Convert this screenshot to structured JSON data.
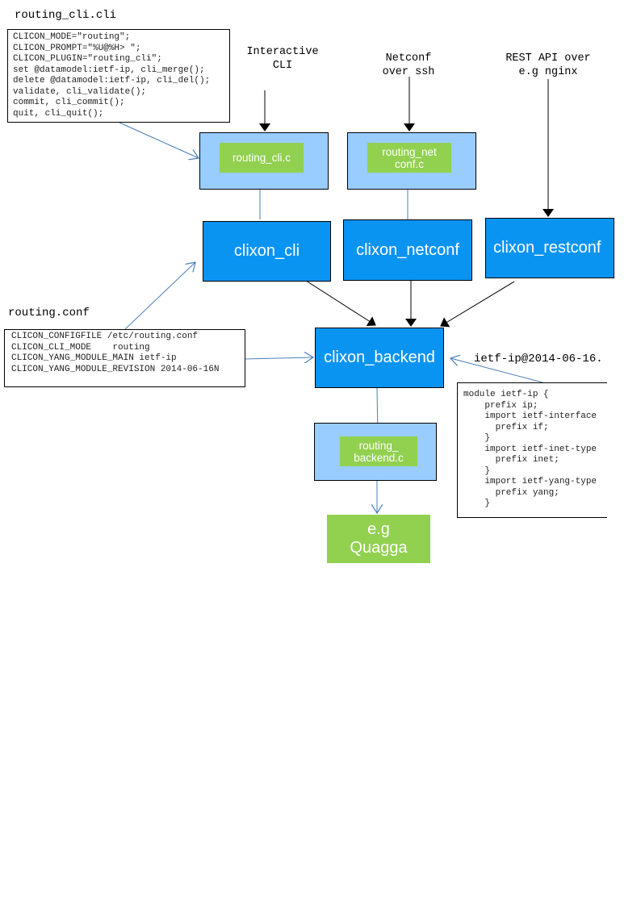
{
  "cli_spec": {
    "title": "routing_cli.cli",
    "lines": [
      "CLICON_MODE=\"routing\";",
      "CLICON_PROMPT=\"%U@%H> \";",
      "CLICON_PLUGIN=\"routing_cli\";",
      "set @datamodel:ietf-ip, cli_merge();",
      "delete @datamodel:ietf-ip, cli_del();",
      "validate, cli_validate();",
      "commit, cli_commit();",
      "quit, cli_quit();"
    ]
  },
  "frontends": {
    "cli_caption": "Interactive\nCLI",
    "netconf_caption": "Netconf\nover ssh",
    "restconf_caption": "REST API over\ne.g nginx"
  },
  "plugins": {
    "cli_plugin": "routing_cli.c",
    "netconf_plugin": "routing_net\nconf.c",
    "backend_plugin": "routing_\nbackend.c"
  },
  "components": {
    "cli": "clixon_cli",
    "netconf": "clixon_netconf",
    "restconf": "clixon_restconf",
    "backend": "clixon_backend",
    "target": "e.g\nQuagga"
  },
  "config": {
    "title": "routing.conf",
    "lines": [
      "CLICON_CONFIGFILE /etc/routing.conf",
      "CLICON_CLI_MODE    routing",
      "CLICON_YANG_MODULE_MAIN ietf-ip",
      "CLICON_YANG_MODULE_REVISION 2014-06-16N"
    ]
  },
  "yang": {
    "title": "ietf-ip@2014-06-16.",
    "lines": [
      "module ietf-ip {",
      "    prefix ip;",
      "    import ietf-interface",
      "      prefix if;",
      "    }",
      "    import ietf-inet-type",
      "      prefix inet;",
      "    }",
      "    import ietf-yang-type",
      "      prefix yang;",
      "    }"
    ]
  },
  "colors": {
    "component": "#0a94f2",
    "plugin_frame": "#99ccff",
    "plugin": "#92d050",
    "link": "#4a7ebb"
  }
}
